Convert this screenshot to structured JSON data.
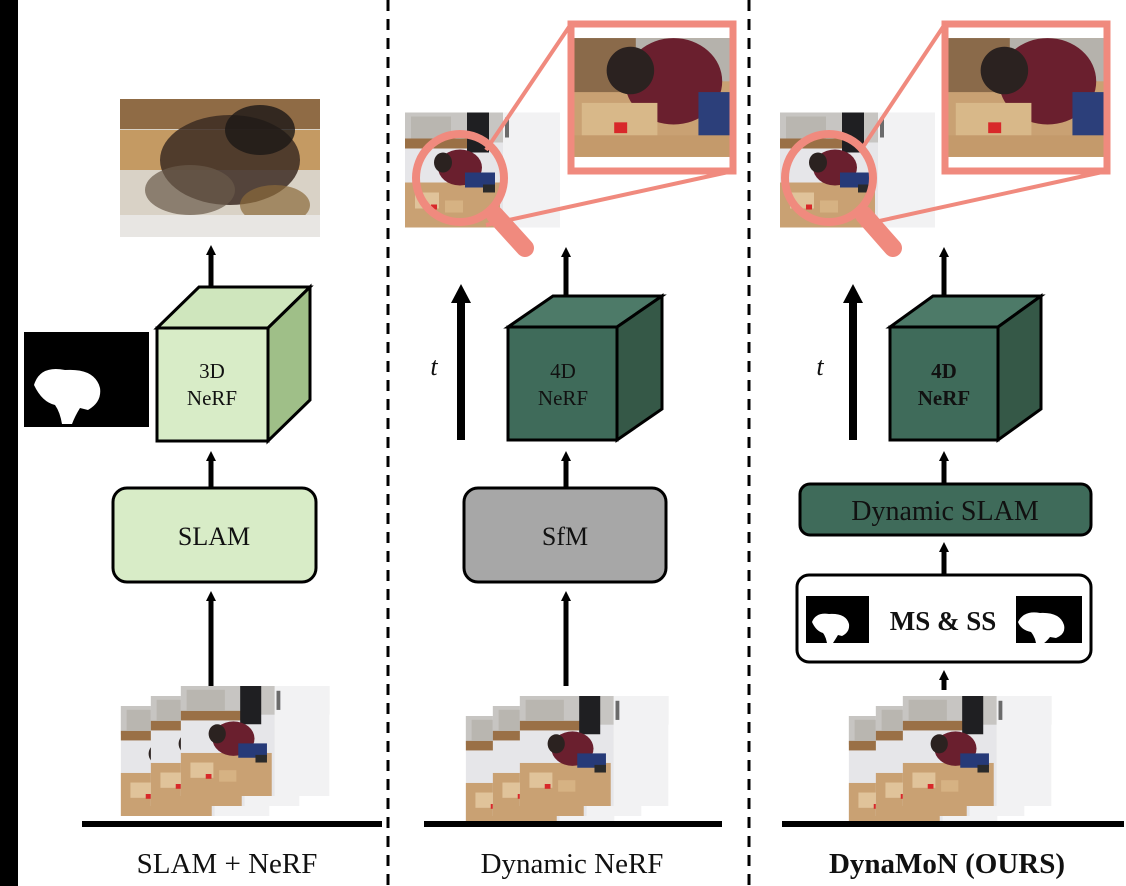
{
  "columns": [
    {
      "id": "slam-nerf",
      "caption": "SLAM + NeRF",
      "caption_bold": false,
      "pipeline_box": "SLAM",
      "nerf_label_line1": "3D",
      "nerf_label_line2": "NeRF",
      "cube_color": "#cfe6bd",
      "box_color": "#cfe6bd"
    },
    {
      "id": "dynamic-nerf",
      "caption": "Dynamic NeRF",
      "caption_bold": false,
      "pipeline_box": "SfM",
      "nerf_label_line1": "4D",
      "nerf_label_line2": "NeRF",
      "time_label": "t",
      "cube_color": "#3f6b5a",
      "box_color": "#a7a7a7"
    },
    {
      "id": "dynamon",
      "caption": "DynaMoN (OURS)",
      "caption_bold": true,
      "pipeline_box": "Dynamic SLAM",
      "segmentation_box": "MS & SS",
      "nerf_label_line1": "4D",
      "nerf_label_line2": "NeRF",
      "time_label": "t",
      "cube_color": "#3f6b5a",
      "box_color": "#3f6b5a"
    }
  ],
  "colors": {
    "magnifier": "#f08a7e",
    "arrow": "#000000",
    "divider": "#000000"
  },
  "icons": [
    "mask-image",
    "magnifier-icon",
    "video-frames-image",
    "rendered-output-image",
    "zoom-inset-image"
  ]
}
